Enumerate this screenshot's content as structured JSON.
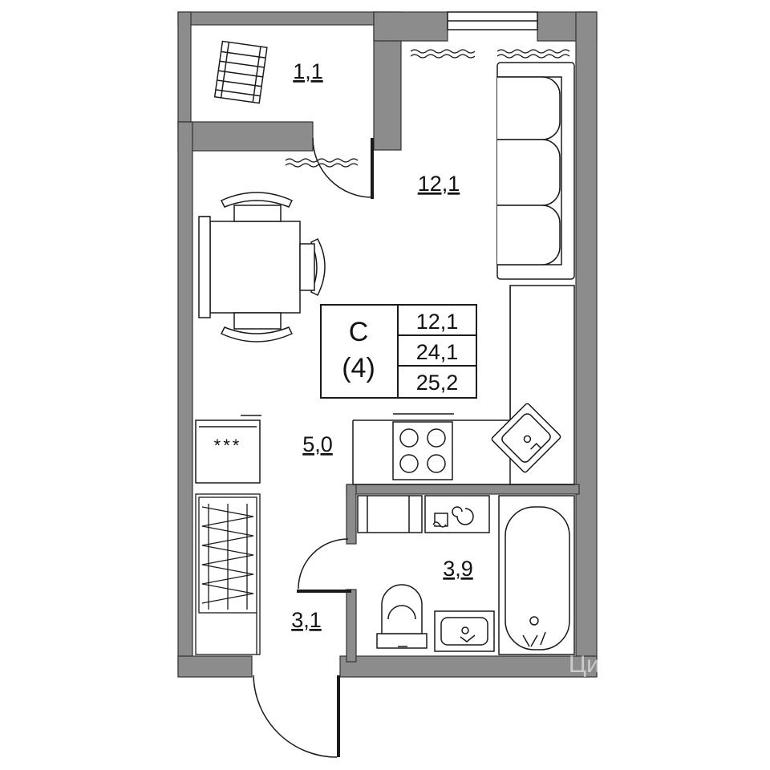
{
  "plan": {
    "rooms": {
      "balcony": {
        "area": "1,1"
      },
      "living_room": {
        "area": "12,1"
      },
      "kitchen": {
        "area": "5,0"
      },
      "hallway": {
        "area": "3,1"
      },
      "bathroom": {
        "area": "3,9"
      }
    },
    "legend": {
      "type_letter": "С",
      "room_count": "(4)",
      "living_area": "12,1",
      "total_area": "24,1",
      "total_area_with_balcony": "25,2"
    },
    "fixtures": {
      "stove_symbol": "***"
    },
    "watermark": "Циан"
  },
  "colors": {
    "wall": "#8c8c8c",
    "line": "#1a1a1a",
    "background": "#ffffff"
  }
}
